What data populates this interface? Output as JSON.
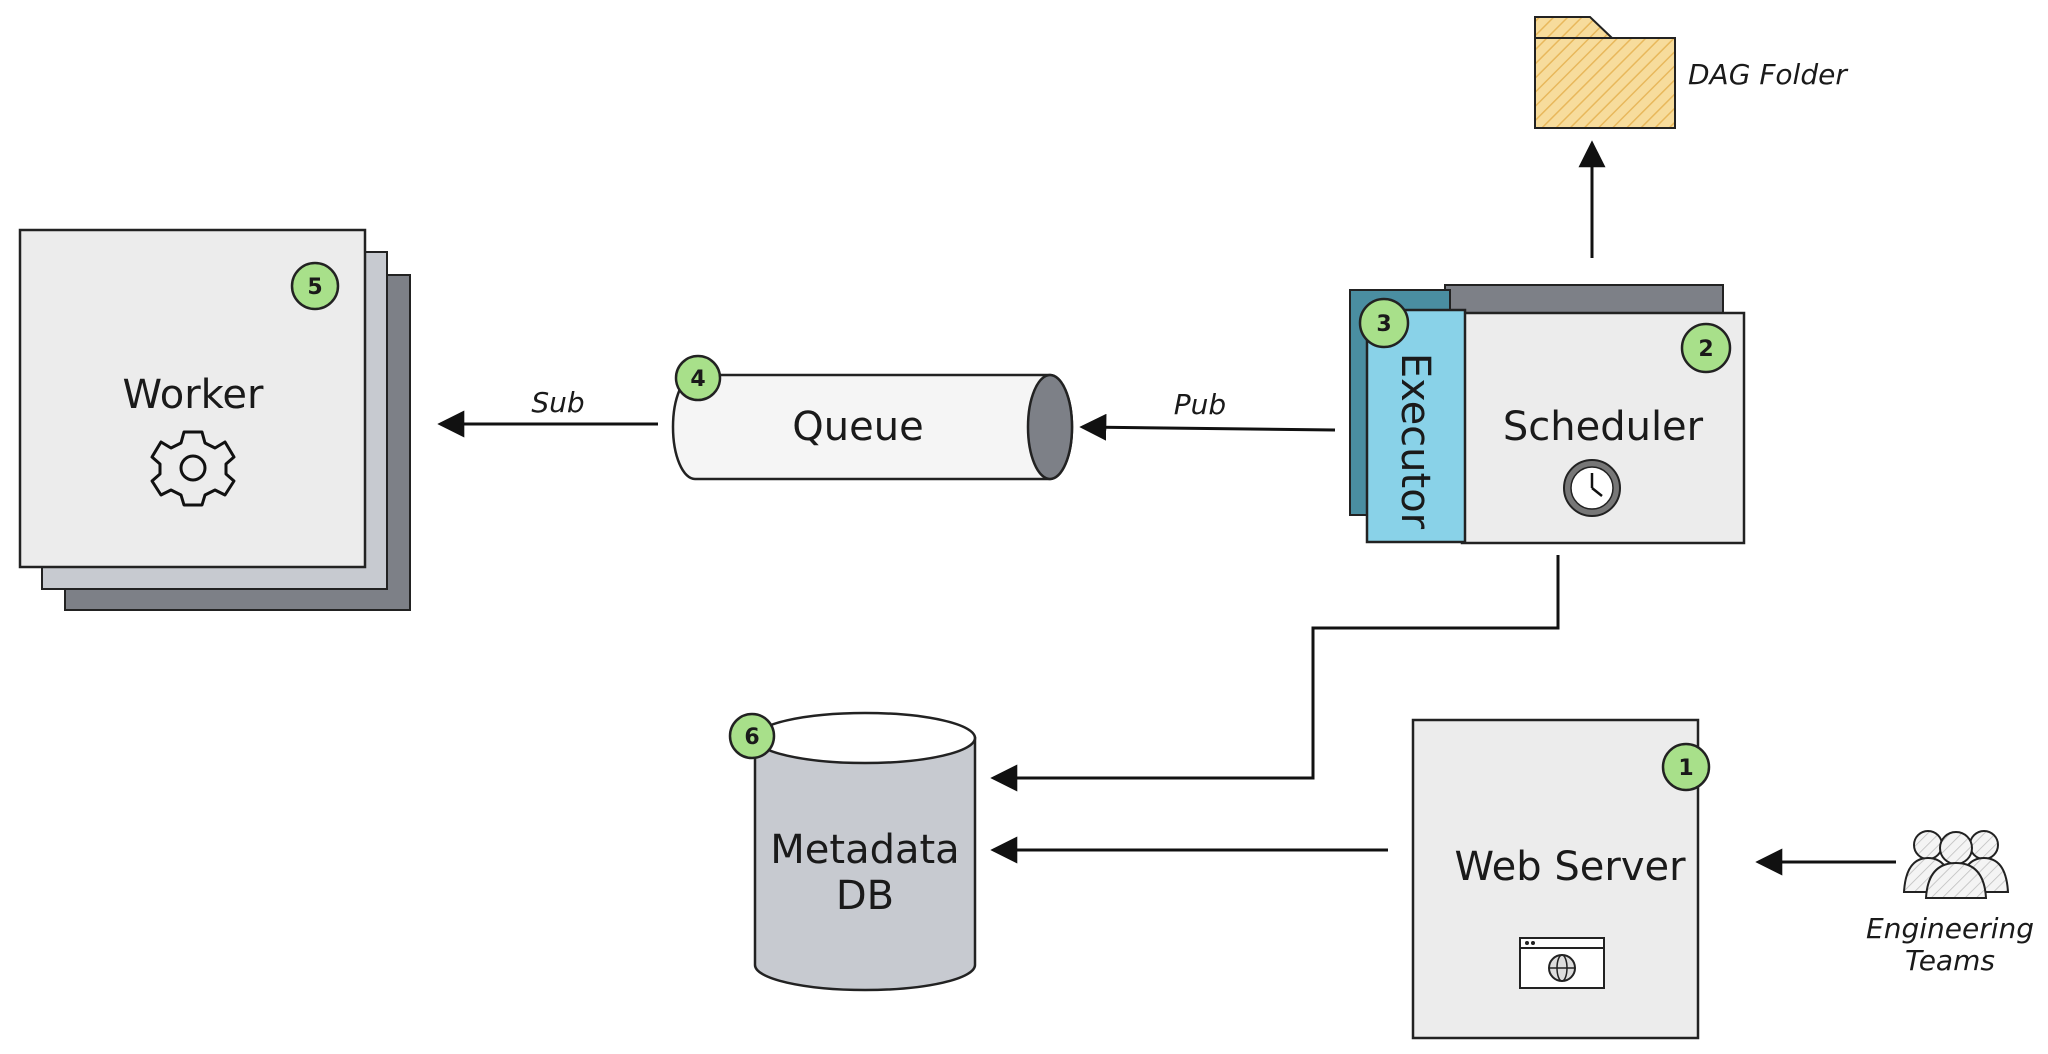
{
  "nodes": {
    "worker": {
      "label": "Worker",
      "badge": "5"
    },
    "queue": {
      "label": "Queue",
      "badge": "4"
    },
    "executor": {
      "label": "Executor",
      "badge": "3"
    },
    "scheduler": {
      "label": "Scheduler",
      "badge": "2"
    },
    "dag_folder": {
      "label": "DAG Folder"
    },
    "metadata_db": {
      "label_line1": "Metadata",
      "label_line2": "DB",
      "badge": "6"
    },
    "web_server": {
      "label": "Web Server",
      "badge": "1"
    },
    "engineering_teams": {
      "label_line1": "Engineering",
      "label_line2": "Teams"
    }
  },
  "edges": {
    "pub": "Pub",
    "sub": "Sub"
  },
  "colors": {
    "card_fill": "#ececec",
    "stack_mid": "#c7cad0",
    "stack_dark": "#7d8087",
    "executor_light": "#89d2e8",
    "executor_dark": "#4a8ea1",
    "badge_fill": "#a8e08a",
    "folder_fill": "#f5d38a",
    "db_fill": "#c7cad0"
  }
}
